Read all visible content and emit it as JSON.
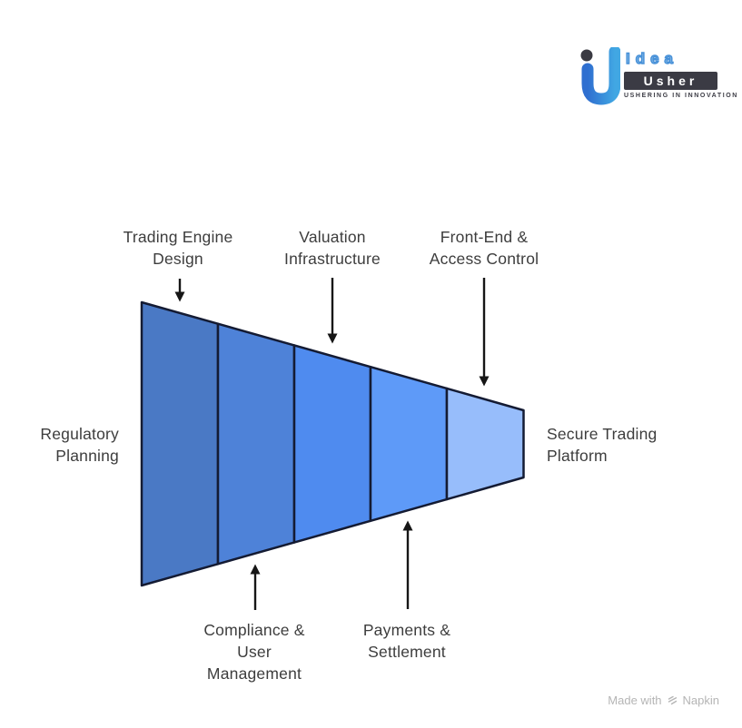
{
  "page": {
    "background_color": "#ffffff"
  },
  "header": {
    "logo": {
      "brand_line1": "Idea",
      "brand_line2": "Usher",
      "tagline": "USHERING IN INNOVATION",
      "mark_icon": "iu-monogram-icon",
      "colors": {
        "mark_blue_start": "#2f6fd0",
        "mark_blue_end": "#41a7e3",
        "dot_dark": "#3a3a42",
        "idea_blue": "#4690d8",
        "usher_box_bg": "#3b3b44",
        "usher_text": "#ffffff"
      }
    }
  },
  "funnel": {
    "type": "horizontal-funnel",
    "direction": "left-to-right",
    "outline_color": "#141b33",
    "arrow_color": "#161616",
    "label_color": "#3d3d3d",
    "segments": [
      {
        "name": "Trading Engine Design",
        "display": "Trading Engine\nDesign",
        "color": "#4a79c5",
        "label_position": "top"
      },
      {
        "name": "Compliance & User Management",
        "display": "Compliance &\nUser\nManagement",
        "color": "#4e82d8",
        "label_position": "bottom"
      },
      {
        "name": "Valuation Infrastructure",
        "display": "Valuation\nInfrastructure",
        "color": "#4f8bef",
        "label_position": "top"
      },
      {
        "name": "Payments & Settlement",
        "display": "Payments &\nSettlement",
        "color": "#5e9af8",
        "label_position": "bottom"
      },
      {
        "name": "Front-End & Access Control",
        "display": "Front-End &\nAccess Control",
        "color": "#97bdfb",
        "label_position": "top"
      }
    ],
    "input_label": {
      "name": "Regulatory Planning",
      "display": "Regulatory\nPlanning"
    },
    "output_label": {
      "name": "Secure Trading Platform",
      "display": "Secure Trading\nPlatform"
    }
  },
  "footer": {
    "made_with": "Made with",
    "brand": "Napkin",
    "icon": "napkin-icon",
    "color": "#b5b5b5"
  }
}
